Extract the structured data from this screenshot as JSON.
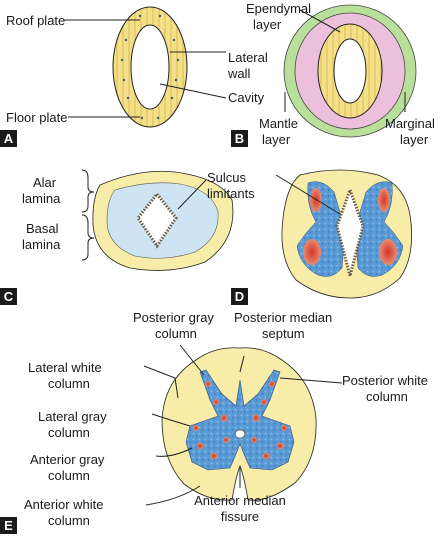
{
  "panels": {
    "A": {
      "letter": "A",
      "labels": {
        "roof_plate": "Roof plate",
        "lateral_wall_1": "Lateral",
        "lateral_wall_2": "wall",
        "cavity": "Cavity",
        "floor_plate": "Floor plate"
      }
    },
    "B": {
      "letter": "B",
      "labels": {
        "ependymal_1": "Ependymal",
        "ependymal_2": "layer",
        "mantle_1": "Mantle",
        "mantle_2": "layer",
        "marginal_1": "Marginal",
        "marginal_2": "layer"
      }
    },
    "C": {
      "letter": "C",
      "labels": {
        "alar_1": "Alar",
        "alar_2": "lamina",
        "basal_1": "Basal",
        "basal_2": "lamina",
        "sulcus_1": "Sulcus",
        "sulcus_2": "limitants"
      }
    },
    "D": {
      "letter": "D"
    },
    "E": {
      "letter": "E",
      "labels": {
        "post_gray_1": "Posterior gray",
        "post_gray_2": "column",
        "post_median_1": "Posterior median",
        "post_median_2": "septum",
        "lat_white_1": "Lateral white",
        "lat_white_2": "column",
        "post_white_1": "Posterior white",
        "post_white_2": "column",
        "lat_gray_1": "Lateral gray",
        "lat_gray_2": "column",
        "ant_gray_1": "Anterior gray",
        "ant_gray_2": "column",
        "ant_white_1": "Anterior white",
        "ant_white_2": "column",
        "ant_median_1": "Anterior median",
        "ant_median_2": "fissure"
      }
    }
  },
  "colors": {
    "yellow": "#f7e9a1",
    "yellow_dark": "#e8cf6a",
    "pink": "#ecc0dc",
    "green": "#b9e09a",
    "light_blue": "#cfe4f2",
    "blue": "#4f8fcf",
    "red": "#d94a3a"
  }
}
